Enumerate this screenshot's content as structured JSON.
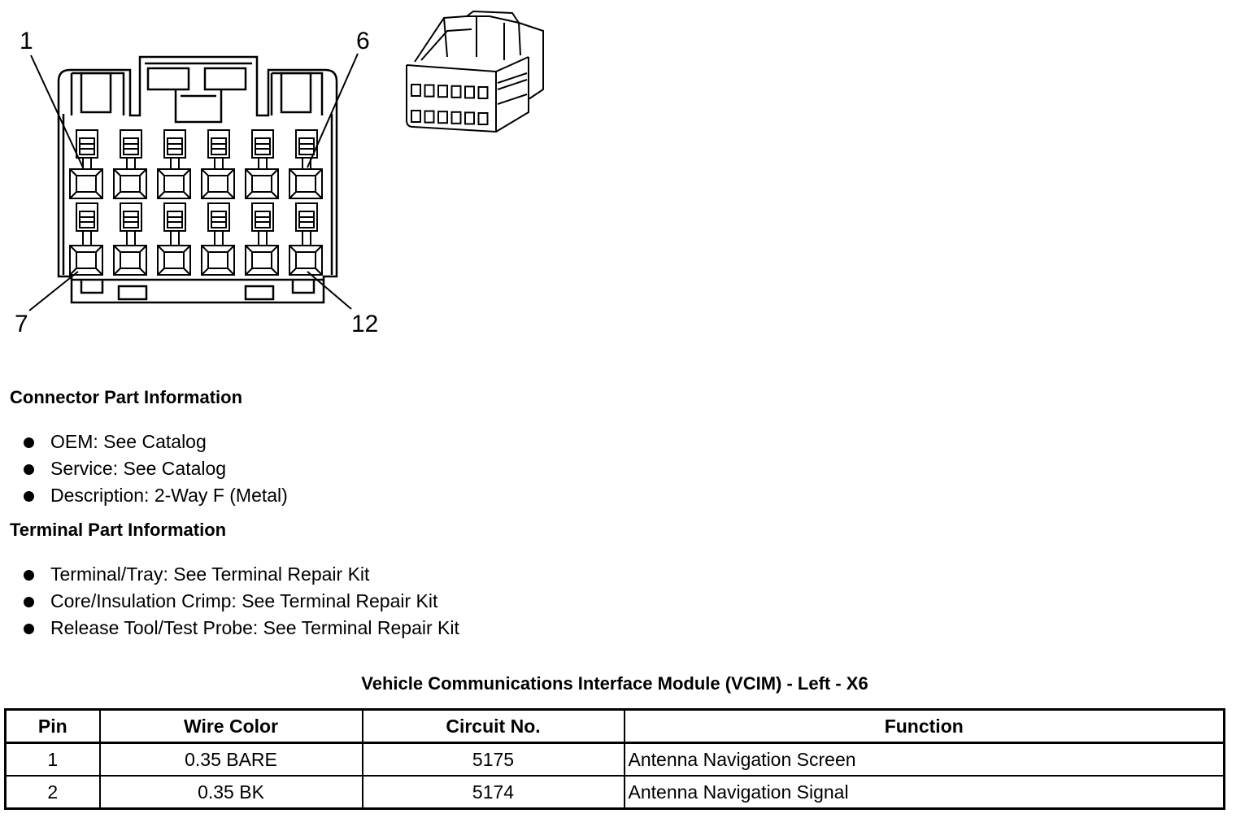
{
  "connector_view": {
    "pin_labels": [
      "1",
      "6",
      "7",
      "12"
    ]
  },
  "connector_part": {
    "heading": "Connector Part Information",
    "items": [
      "OEM: See Catalog",
      "Service: See Catalog",
      "Description: 2-Way F (Metal)"
    ]
  },
  "terminal_part": {
    "heading": "Terminal Part Information",
    "items": [
      "Terminal/Tray: See Terminal Repair Kit",
      "Core/Insulation Crimp: See Terminal Repair Kit",
      "Release Tool/Test Probe: See Terminal Repair Kit"
    ]
  },
  "table": {
    "title": "Vehicle Communications Interface Module (VCIM) - Left - X6",
    "headers": [
      "Pin",
      "Wire Color",
      "Circuit No.",
      "Function"
    ],
    "rows": [
      [
        "1",
        "0.35 BARE",
        "5175",
        "Antenna Navigation Screen"
      ],
      [
        "2",
        "0.35 BK",
        "5174",
        "Antenna Navigation Signal"
      ]
    ]
  }
}
